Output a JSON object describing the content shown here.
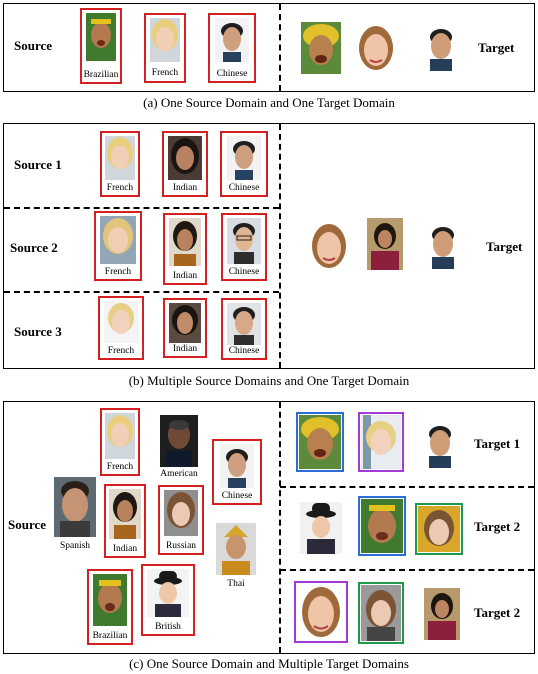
{
  "panel_a": {
    "source_label": "Source",
    "target_label": "Target",
    "source_faces": [
      "Brazilian",
      "French",
      "Chinese"
    ],
    "caption": "(a)  One Source Domain and One Target Domain"
  },
  "panel_b": {
    "source_labels": [
      "Source 1",
      "Source 2",
      "Source 3"
    ],
    "target_label": "Target",
    "rows": [
      [
        "French",
        "Indian",
        "Chinese"
      ],
      [
        "French",
        "Indian",
        "Chinese"
      ],
      [
        "French",
        "Indian",
        "Chinese"
      ]
    ],
    "caption": "(b)  Multiple Source Domains and One Target Domain"
  },
  "panel_c": {
    "source_label": "Source",
    "target_labels": [
      "Target 1",
      "Target 2",
      "Target 2"
    ],
    "source_faces": [
      "French",
      "American",
      "Chinese",
      "Spanish",
      "Indian",
      "Russian",
      "Thai",
      "Brazilian",
      "British"
    ],
    "caption": "(c)  One Source Domain and Multiple Target Domains"
  },
  "colors": {
    "source_box": "#d42020",
    "target_box_blue": "#2a6fd6",
    "target_box_purple": "#a63ad6",
    "target_box_green": "#1e9a4a"
  }
}
